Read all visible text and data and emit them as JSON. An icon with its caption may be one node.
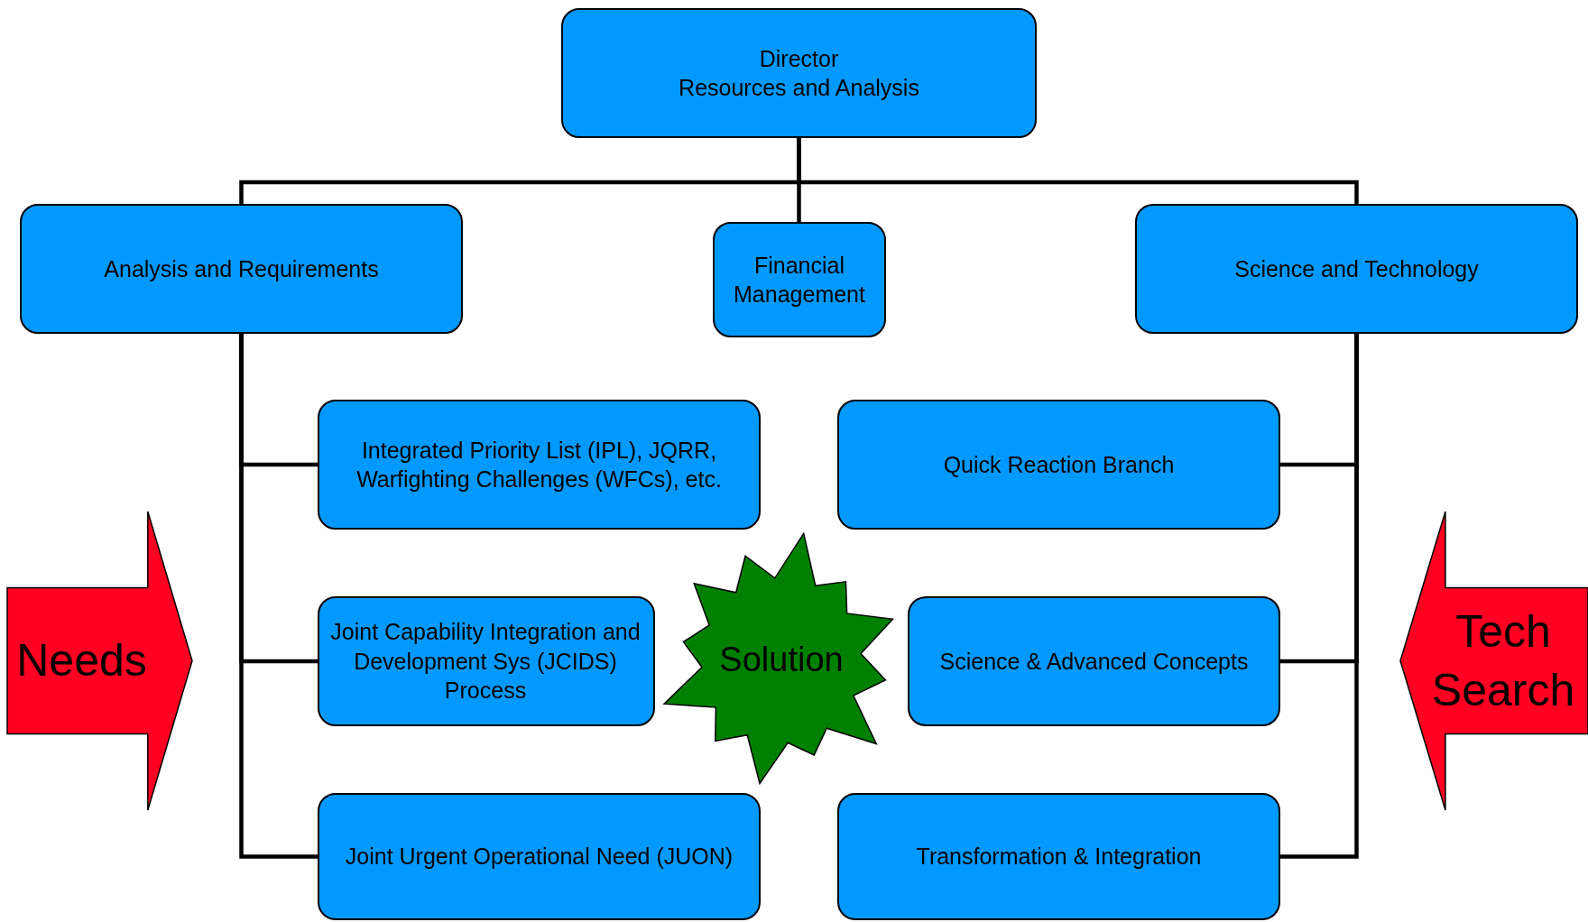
{
  "diagram": {
    "nodes": [
      {
        "text": [
          "Director",
          "Resources and Analysis"
        ]
      },
      {
        "text": [
          "Analysis and Requirements"
        ]
      },
      {
        "text": [
          "Financial Management"
        ]
      },
      {
        "text": [
          "Science and Technology"
        ]
      },
      {
        "text": [
          "Integrated Priority List (IPL), JQRR, Warfighting Challenges (WFCs), etc."
        ]
      },
      {
        "text": [
          "Quick Reaction Branch"
        ]
      },
      {
        "text": [
          "Joint Capability Integration and Development Sys (JCIDS) Process"
        ]
      },
      {
        "text": [
          "Science & Advanced Concepts"
        ]
      },
      {
        "text": [
          "Joint Urgent Operational Need (JUON)"
        ]
      },
      {
        "text": [
          "Transformation & Integration"
        ]
      },
      {
        "text": [
          "Needs"
        ]
      },
      {
        "text": [
          "Solution"
        ]
      },
      {
        "text": [
          "Tech Search"
        ]
      }
    ],
    "edges": [
      {
        "from": 0,
        "to": 1,
        "arrow": "none"
      },
      {
        "from": 0,
        "to": 2,
        "arrow": "none"
      },
      {
        "from": 0,
        "to": 3,
        "arrow": "none"
      },
      {
        "from": 1,
        "to": 4,
        "arrow": "none"
      },
      {
        "from": 1,
        "to": 6,
        "arrow": "none"
      },
      {
        "from": 1,
        "to": 8,
        "arrow": "none"
      },
      {
        "from": 3,
        "to": 5,
        "arrow": "none"
      },
      {
        "from": 3,
        "to": 7,
        "arrow": "none"
      },
      {
        "from": 3,
        "to": 9,
        "arrow": "none"
      }
    ]
  }
}
